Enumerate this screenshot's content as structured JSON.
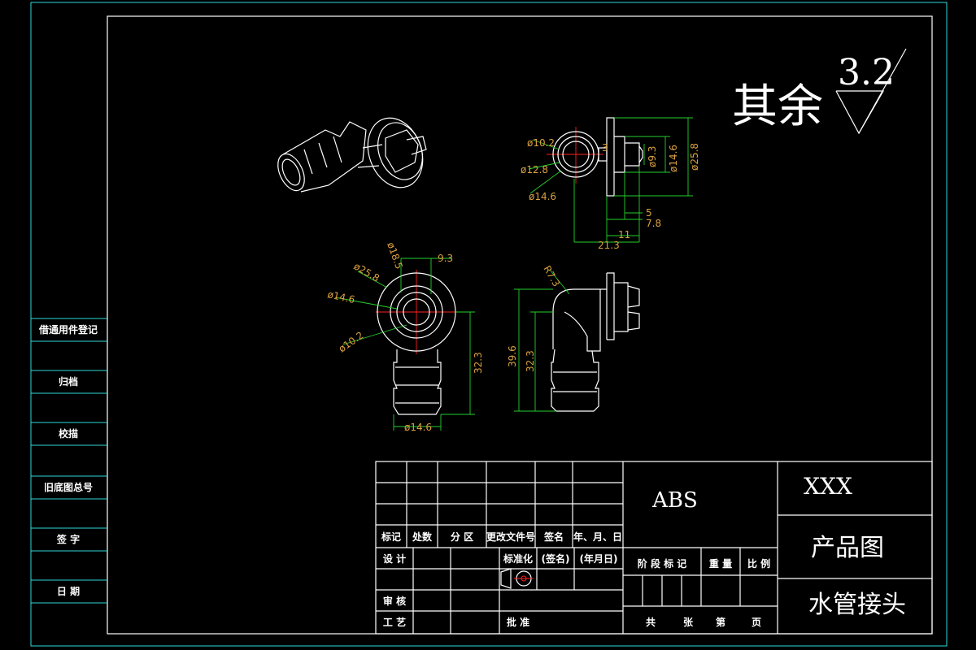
{
  "side_labels": [
    "借通用件登记",
    "归档",
    "校描",
    "旧底图总号",
    "签 字",
    "日 期"
  ],
  "roughness": {
    "label": "其余",
    "value": "3.2"
  },
  "dimensions": {
    "d10_2a": "ø10.2",
    "d12_8": "ø12.8",
    "d14_6a": "ø14.6",
    "d9_3": "ø9.3",
    "d14_6b": "ø14.6",
    "d25_8a": "ø25.8",
    "v3": "3",
    "v5": "5",
    "v7_8": "7.8",
    "v11": "11",
    "v21_3": "21.3",
    "d18_5": "ø18.5",
    "v9_3": "9.3",
    "d25_8b": "ø25.8",
    "d14_6c": "ø14.6",
    "d10_2b": "ø10.2",
    "v32_3a": "32.3",
    "d14_6d": "ø14.6",
    "r7_3": "R7.3",
    "v39_6": "39.6",
    "v32_3b": "32.3"
  },
  "title_block": {
    "material": "ABS",
    "company": "XXX",
    "drawing_type": "产品图",
    "part_name": "水管接头",
    "rev_headers": [
      "标记",
      "处数",
      "分 区",
      "更改文件号",
      "签名",
      "年、月、日"
    ],
    "design": "设 计",
    "standardize": "标准化",
    "sign_name": "(签名)",
    "ymd": "(年月日)",
    "review": "审 核",
    "process": "工 艺",
    "approve": "批 准",
    "stage_mark": "阶 段 标 记",
    "weight": "重 量",
    "scale": "比 例",
    "sheets_total": "共",
    "sheets_unit": "张",
    "sheet_no": "第",
    "page": "页"
  }
}
